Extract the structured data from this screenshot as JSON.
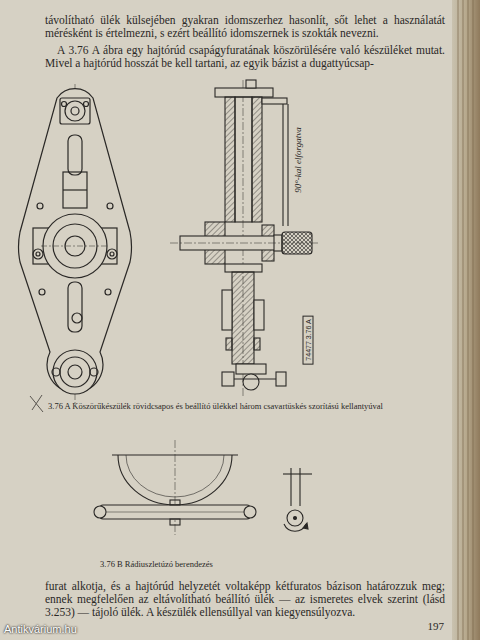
{
  "diagram": {
    "nodes": [
      {
        "text": [
          "74477 3.76 A"
        ]
      }
    ],
    "labels": [
      "távolítható ülék külsejében gyakran idomszerhez hasonlít, sőt lehet a használatát mérésként is értelmezni, s ezért beállító idomszernek is szokták nevezni.",
      "A 3.76 A ábra egy hajtórúd csapágyfuratának köszörülésére való készüléket mutat. Mivel a hajtórúd hosszát be kell tartani, az egyik bázist a dugattyúcsap-",
      "90°-kal elforgatva",
      "3.76 A Köszörűkészülék rövidcsapos és beállító ülékkel három csavartüskés szorítású kellantyúval",
      "3.76 B Rádiuszletúzó berendezés",
      "furat alkotja, és a hajtórúd helyzetét voltaképp kétfuratos bázison határozzuk meg; ennek megfelelően az eltávolítható beállító ülék — az ismeretes elvek szerint (lásd 3.253) — tájoló ülék. A készülék ellensúllyal van kiegyensúlyozva.",
      "197",
      "Antikvárium.hu"
    ]
  }
}
